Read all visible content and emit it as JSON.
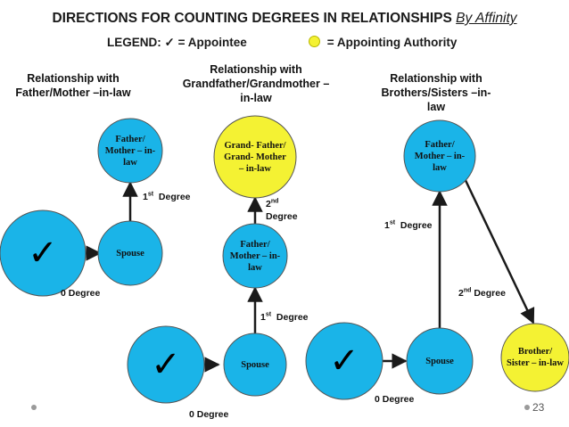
{
  "title": {
    "main": "DIRECTIONS FOR COUNTING DEGREES IN RELATIONSHIPS",
    "emphasis": "By Affinity"
  },
  "legend": {
    "prefix": "LEGEND:",
    "appointee_symbol": "✓",
    "appointee_label": "= Appointee",
    "authority_label": "= Appointing Authority"
  },
  "headers": {
    "parents": "Relationship with Father/Mother –in-law",
    "grandparents": "Relationship with Grandfather/Grandmother –in-law",
    "siblings": "Relationship with Brothers/Sisters –in-law"
  },
  "nodes": {
    "parent_fm": "Father/ Mother – in-law",
    "parent_spouse": "Spouse",
    "parent_check": "✓",
    "grand_gfgm": "Grand- Father/ Grand- Mother – in-law",
    "grand_fm": "Father/ Mother – in-law",
    "grand_spouse": "Spouse",
    "grand_check": "✓",
    "sib_fm": "Father/ Mother – in-law",
    "sib_spouse": "Spouse",
    "sib_check": "✓",
    "sib_bs": "Brother/ Sister – in-law"
  },
  "degrees": {
    "parent_0": "0 Degree",
    "parent_1": {
      "num": "1",
      "sup": "st",
      "word": "Degree"
    },
    "grand_0": "0 Degree",
    "grand_1": {
      "num": "1",
      "sup": "st",
      "word": "Degree"
    },
    "grand_2": {
      "num": "2",
      "sup": "nd",
      "word": "Degree"
    },
    "sib_0": "0 Degree",
    "sib_1": {
      "num": "1",
      "sup": "st",
      "word": "Degree"
    },
    "sib_2": {
      "num": "2",
      "sup": "nd",
      "word": "Degree"
    }
  },
  "page_number": "23",
  "colors": {
    "appointee": "#1ab4e8",
    "authority": "#f4f233",
    "connector": "#1a1a1a",
    "node_stroke": "#555555"
  }
}
